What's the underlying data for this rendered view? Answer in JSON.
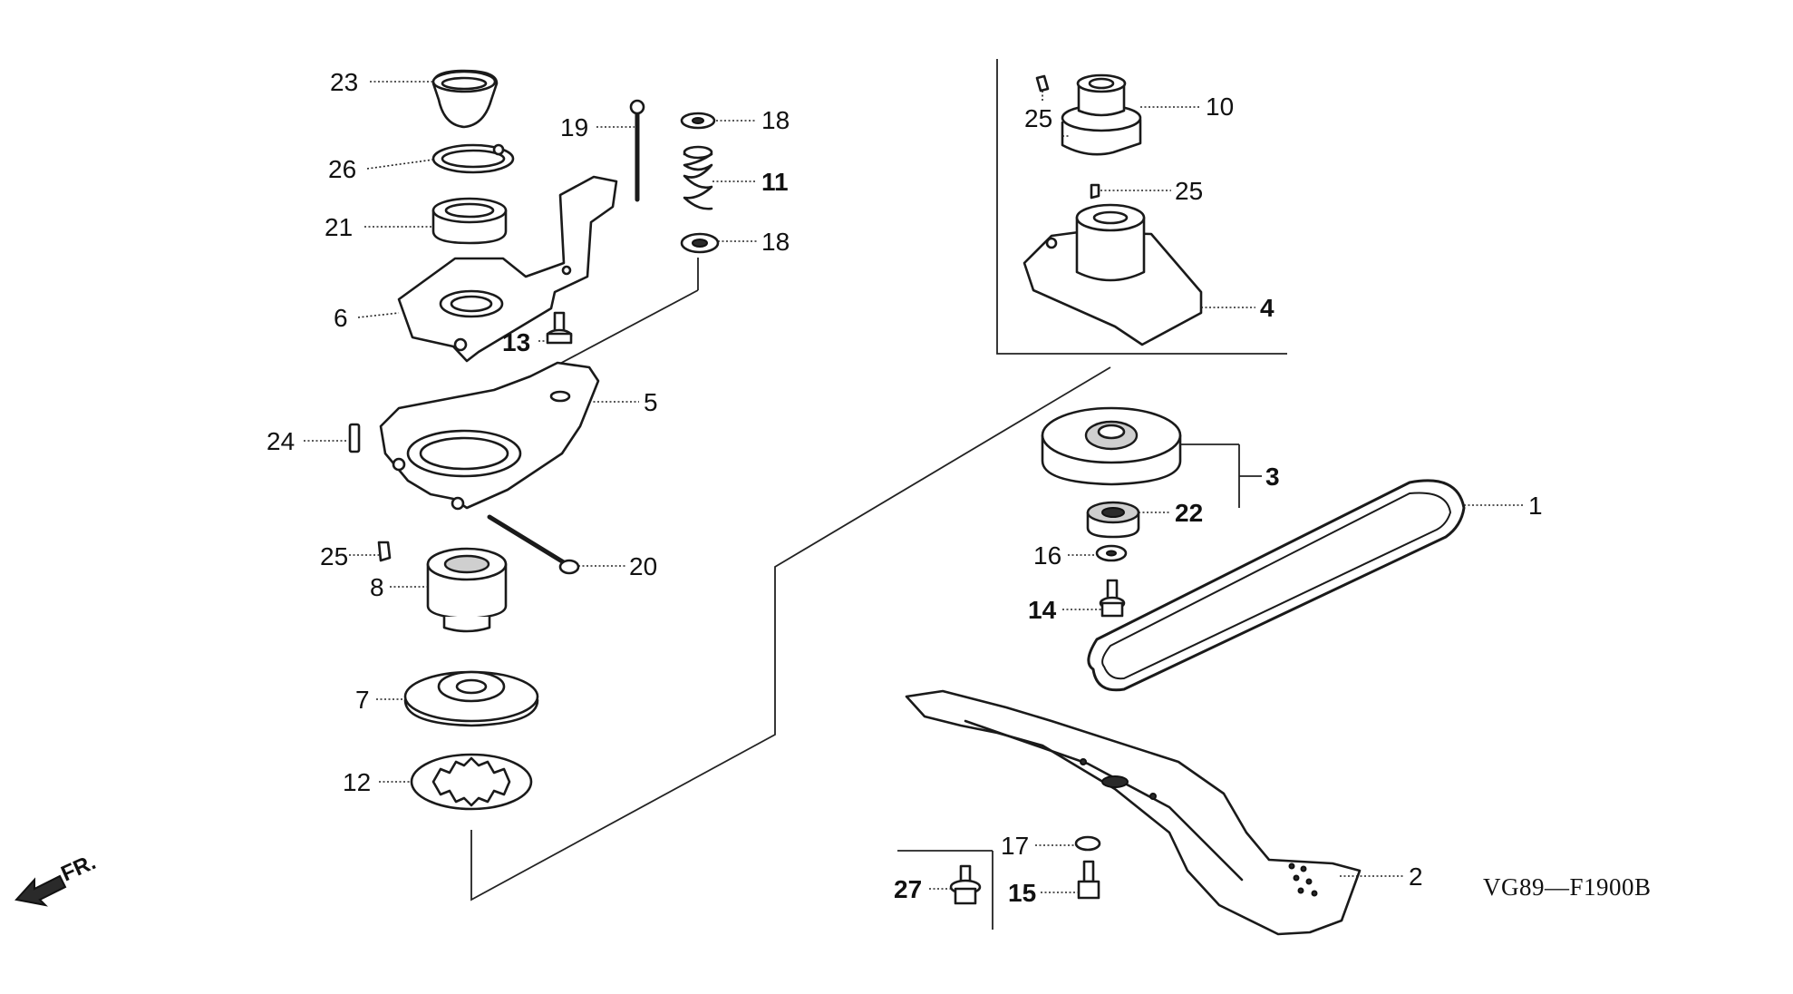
{
  "diagram_code": "VG89—F1900B",
  "front_arrow_label": "FR.",
  "callouts": {
    "p1": "1",
    "p2": "2",
    "p3": "3",
    "p4": "4",
    "p5": "5",
    "p6": "6",
    "p7": "7",
    "p8": "8",
    "p10": "10",
    "p11": "11",
    "p12": "12",
    "p13": "13",
    "p14": "14",
    "p15": "15",
    "p16": "16",
    "p17": "17",
    "p18a": "18",
    "p18b": "18",
    "p19": "19",
    "p20": "20",
    "p21": "21",
    "p22": "22",
    "p23": "23",
    "p24": "24",
    "p25a": "25",
    "p25b": "25",
    "p25c": "25",
    "p26": "26",
    "p27": "27"
  }
}
